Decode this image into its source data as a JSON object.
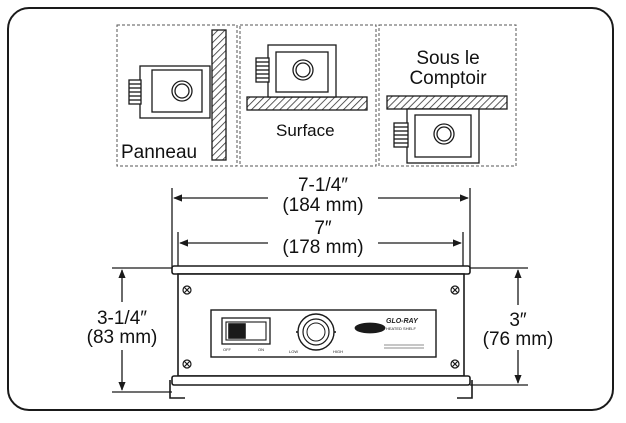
{
  "mounting_options": {
    "panel_label": "Panneau",
    "surface_label": "Surface",
    "under_counter_line1": "Sous le",
    "under_counter_line2": "Comptoir"
  },
  "dimensions": {
    "overall_width_in": "7-1/4″",
    "overall_width_mm": "(184 mm)",
    "body_width_in": "7″",
    "body_width_mm": "(178 mm)",
    "flange_height_in": "3-1/4″",
    "flange_height_mm": "(83 mm)",
    "body_height_in": "3″",
    "body_height_mm": "(76 mm)"
  },
  "faceplate": {
    "switch_off_label": "OFF",
    "switch_on_label": "ON",
    "knob_low_label": "LOW",
    "knob_high_label": "HIGH",
    "brand_line1": "GLO-RAY",
    "brand_line2": "HEATED SHELF"
  },
  "colors": {
    "line": "#1a1a1a",
    "hatch": "#333333",
    "dashed": "#555555"
  }
}
